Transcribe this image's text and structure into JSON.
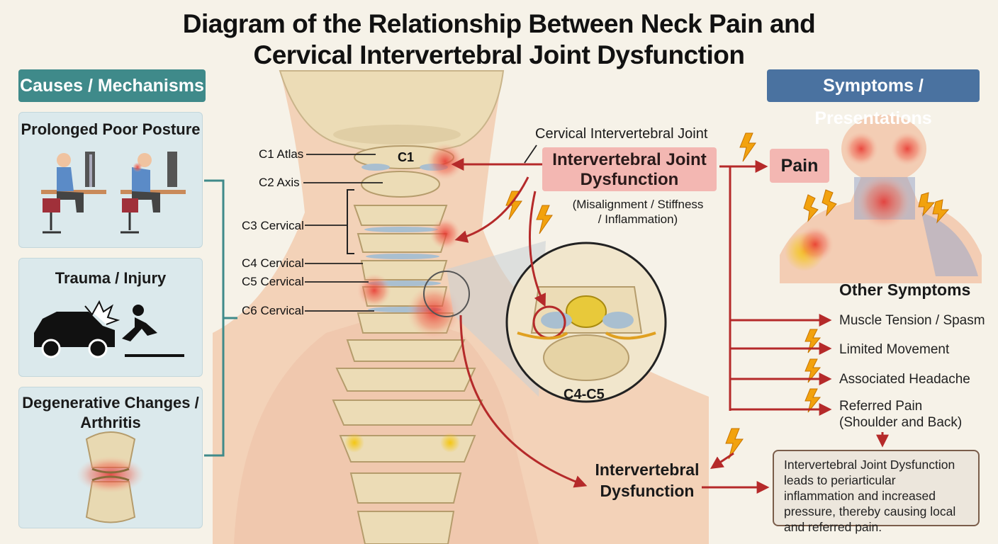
{
  "title_line1": "Diagram of the Relationship Between Neck Pain and",
  "title_line2": "Cervical Intervertebral Joint Dysfunction",
  "causes_header": "Causes / Mechanisms",
  "symptoms_header": "Symptoms / Presentations",
  "causes": [
    {
      "title": "Prolonged Poor Posture"
    },
    {
      "title": "Trauma / Injury"
    },
    {
      "title_line1": "Degenerative Changes /",
      "title_line2": "Arthritis"
    }
  ],
  "vertebra_labels": {
    "c1": "C1 Atlas",
    "c2": "C2 Axis",
    "c3": "C3 Cervical",
    "c4": "C4 Cervical",
    "c5": "C5 Cervical",
    "c6": "C6 Cervical",
    "c1_mark": "C1"
  },
  "joint_label": "Cervical Intervertebral Joint",
  "dysfunction_box_line1": "Intervertebral Joint",
  "dysfunction_box_line2": "Dysfunction",
  "dysfunction_sub_line1": "(Misalignment / Stiffness",
  "dysfunction_sub_line2": "/ Inflammation)",
  "inset_label": "C4-C5",
  "pain_label": "Pain",
  "other_symptoms_title": "Other Symptoms",
  "symptoms": [
    "Muscle Tension / Spasm",
    "Limited Movement",
    "Associated Headache"
  ],
  "referred_line1": "Referred Pain",
  "referred_line2": "(Shoulder and Back)",
  "bottom_label_line1": "Intervertebral",
  "bottom_label_line2": "Dysfunction",
  "note_text": "Intervertebral Joint Dysfunction leads to periarticular inflammation and increased pressure, thereby causing local and referred pain.",
  "colors": {
    "causes_header": "#3f8a8a",
    "symptoms_header": "#4a72a0",
    "arrow_red": "#b52a2a",
    "bone": "#ecdcb6",
    "skin": "#f3d2b8",
    "highlight": "#f3b7b2"
  }
}
